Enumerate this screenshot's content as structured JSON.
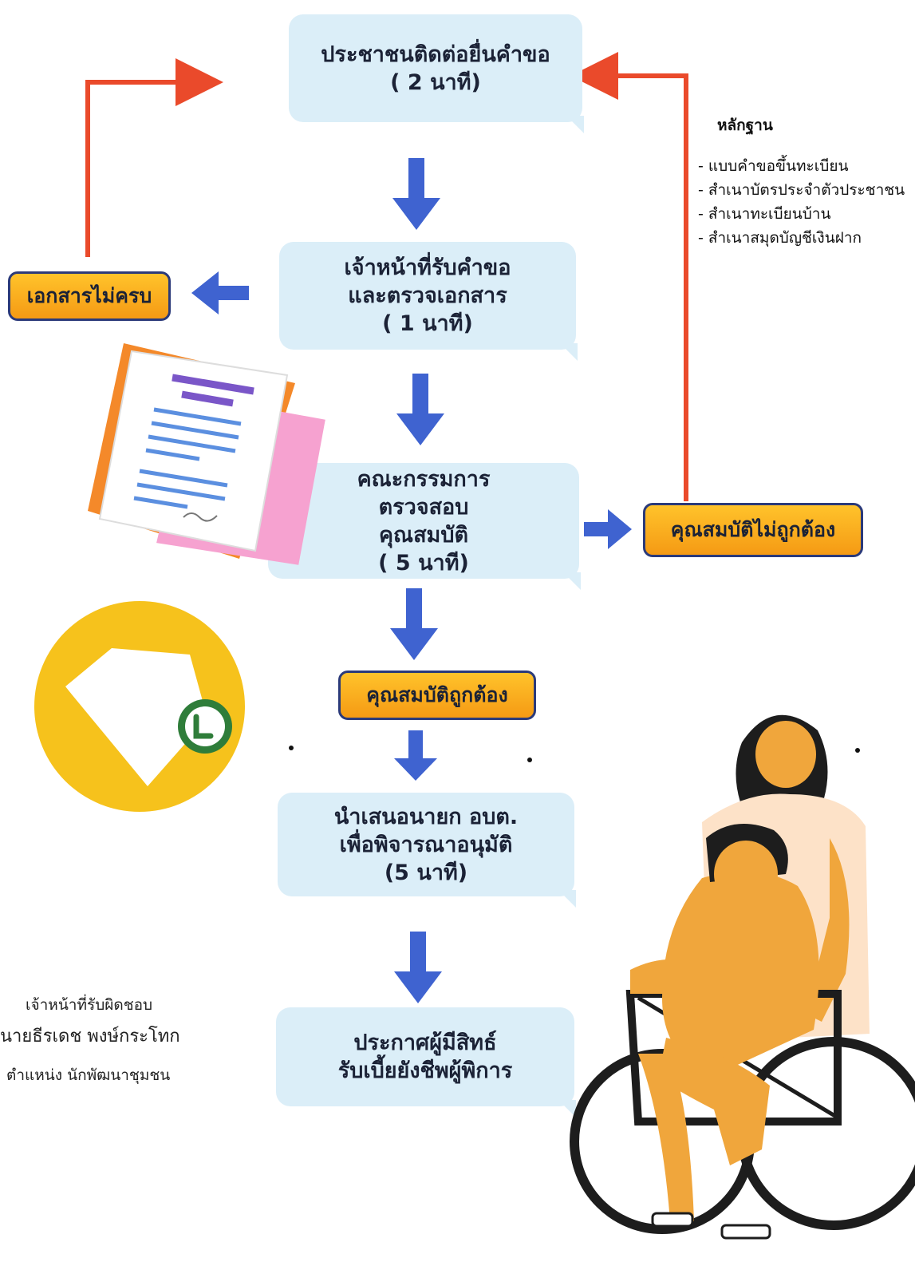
{
  "steps": [
    {
      "lines": [
        "ประชาชนติดต่อยื่นคำขอ",
        "( 2 นาที)"
      ]
    },
    {
      "lines": [
        "เจ้าหน้าที่รับคำขอ",
        "และตรวจเอกสาร",
        "( 1 นาที)"
      ]
    },
    {
      "lines": [
        "คณะกรรมการ",
        "ตรวจสอบ",
        "คุณสมบัติ",
        "( 5 นาที)"
      ]
    },
    {
      "lines": [
        "นำเสนอนายก อบต.",
        "เพื่อพิจารณาอนุมัติ",
        "(5 นาที)"
      ]
    },
    {
      "lines": [
        "ประกาศผู้มีสิทธ์",
        "รับเบี้ยยังชีพผู้พิการ"
      ]
    }
  ],
  "outcomes": {
    "incomplete_docs": "เอกสารไม่ครบ",
    "not_qualified": "คุณสมบัติไม่ถูกต้อง",
    "qualified": "คุณสมบัติถูกต้อง"
  },
  "evidence": {
    "title": "หลักฐาน",
    "items": [
      "แบบคำขอขึ้นทะเบียน",
      "สำเนาบัตรประจำตัวประชาชน",
      "สำเนาทะเบียนบ้าน",
      "สำเนาสมุดบัญชีเงินฝาก"
    ]
  },
  "responsible": {
    "label": "เจ้าหน้าที่รับผิดชอบ",
    "name": "นายธีรเดช  พงษ์กระโทก",
    "position": "ตำแหน่ง นักพัฒนาชุมชน"
  },
  "colors": {
    "bubble": "#dbeef8",
    "flow_arrow": "#3f63d0",
    "return_arrow": "#ea4a2b",
    "badge": "#f9a820"
  }
}
